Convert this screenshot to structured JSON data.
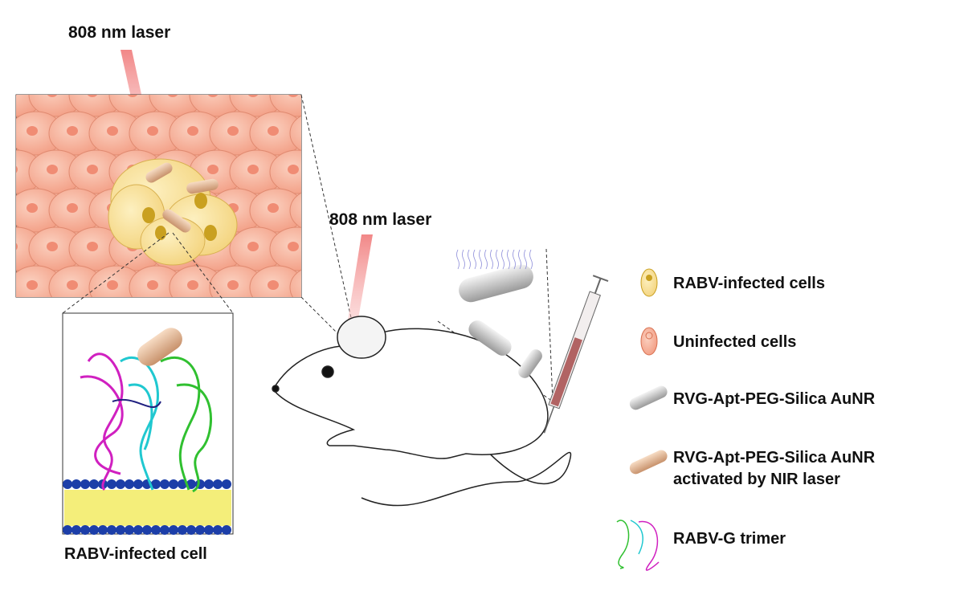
{
  "labels": {
    "laser_top": "808 nm laser",
    "laser_mouse": "808 nm laser",
    "inset_caption": "RABV-infected cell"
  },
  "legend": {
    "items": [
      {
        "icon": "infected-cell-icon",
        "label": "RABV-infected cells"
      },
      {
        "icon": "uninfected-cell-icon",
        "label": "Uninfected cells"
      },
      {
        "icon": "nanorod-icon",
        "label": "RVG-Apt-PEG-Silica AuNR"
      },
      {
        "icon": "activated-nanorod-icon",
        "label_line1": "RVG-Apt-PEG-Silica AuNR",
        "label_line2": "activated by NIR laser"
      },
      {
        "icon": "protein-trimer-icon",
        "label": "RABV-G trimer"
      }
    ]
  },
  "colors": {
    "uninfected_cell": "#f4a88e",
    "infected_cell": "#f7dc8a",
    "laser": "#f07a7a",
    "nanorod": "#c8c8c8",
    "activated_nanorod": "#e8b890",
    "membrane_head": "#1c3ea8",
    "membrane_tail": "#f4ee7a"
  }
}
